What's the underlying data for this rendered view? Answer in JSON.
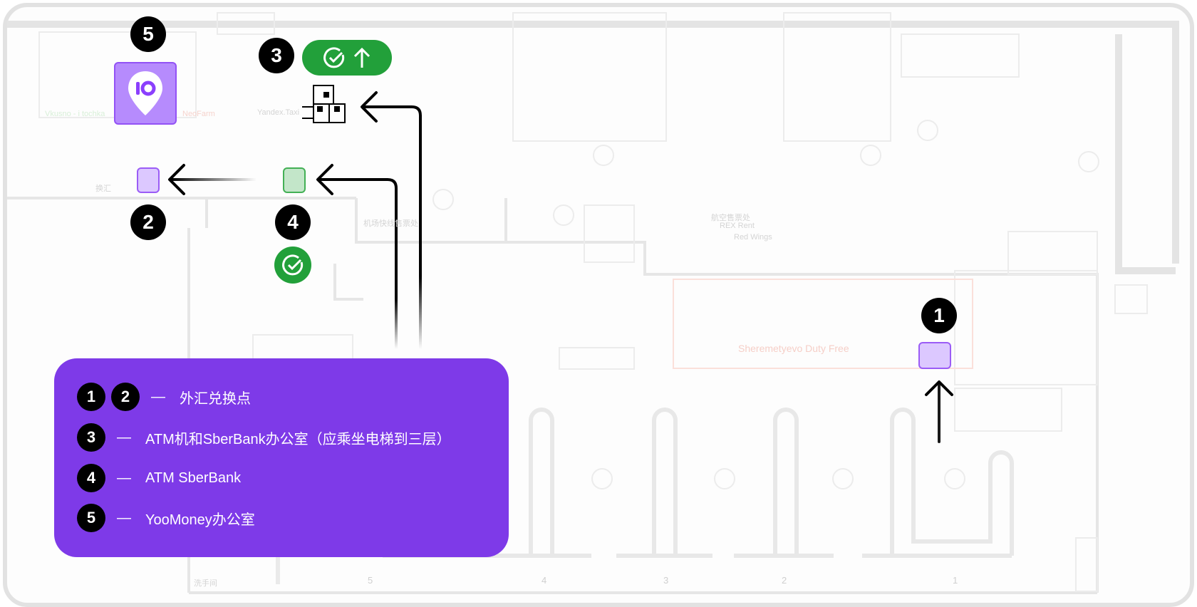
{
  "map": {
    "labels": {
      "vkusno": "Vkusno - i tochka",
      "neofarm": "NeoFarm",
      "yandex_taxi": "Yandex.Taxi",
      "exchange": "换汇",
      "airport_express": "机场快线售票处",
      "airline_tickets": "航空售票处",
      "rex_rent": "REX Rent",
      "red_wings": "Red Wings",
      "duty_free": "Sheremetyevo Duty Free",
      "restroom": "洗手间"
    },
    "gates": [
      "5",
      "4",
      "3",
      "2",
      "1"
    ]
  },
  "markers": [
    {
      "id": "1",
      "type": "currency-exchange",
      "color": "#dcc8ff"
    },
    {
      "id": "2",
      "type": "currency-exchange",
      "color": "#dcc8ff"
    },
    {
      "id": "3",
      "type": "sberbank-atm-upstairs",
      "color": "#22a03a"
    },
    {
      "id": "4",
      "type": "sberbank-atm",
      "color": "#22a03a"
    },
    {
      "id": "5",
      "type": "yoomoney-office",
      "color": "#b68bfd"
    }
  ],
  "legend": {
    "items": [
      {
        "numbers": [
          "1",
          "2"
        ],
        "dash": "—",
        "label": "外汇兑换点"
      },
      {
        "numbers": [
          "3"
        ],
        "dash": "—",
        "label": "ATM机和SberBank办公室（应乘坐电梯到三层）"
      },
      {
        "numbers": [
          "4"
        ],
        "dash": "—",
        "label": "ATM SberBank"
      },
      {
        "numbers": [
          "5"
        ],
        "dash": "—",
        "label": "YooMoney办公室"
      }
    ],
    "background": "#7e3ae8"
  }
}
